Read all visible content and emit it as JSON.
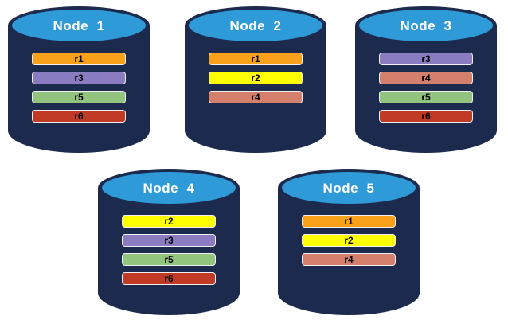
{
  "diagram": {
    "description": "Five database nodes with replicated partitions",
    "nodes": [
      {
        "label": "Node  1",
        "replicas": [
          "r1",
          "r3",
          "r5",
          "r6"
        ]
      },
      {
        "label": "Node  2",
        "replicas": [
          "r1",
          "r2",
          "r4"
        ]
      },
      {
        "label": "Node  3",
        "replicas": [
          "r3",
          "r4",
          "r5",
          "r6"
        ]
      },
      {
        "label": "Node  4",
        "replicas": [
          "r2",
          "r3",
          "r5",
          "r6"
        ]
      },
      {
        "label": "Node  5",
        "replicas": [
          "r1",
          "r2",
          "r4"
        ]
      }
    ],
    "replica_colors": {
      "r1": "#F9A11B",
      "r2": "#FFFF00",
      "r3": "#8B7CC2",
      "r4": "#D5806C",
      "r5": "#93C47D",
      "r6": "#C03A26"
    },
    "colors": {
      "cylinder_body": "#1C2A4D",
      "cylinder_cap": "#2E9AD7",
      "label_text": "#FFFFFF",
      "bar_text": "#000000",
      "bar_border": "#F0F0F0"
    }
  }
}
